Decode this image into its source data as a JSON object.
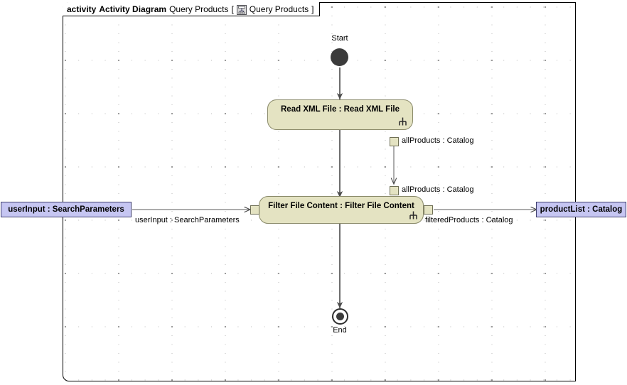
{
  "frame": {
    "keyword": "activity",
    "type_name": "Activity Diagram",
    "diagram_name": "Query Products",
    "bracket_open": "[",
    "icon": "activity-diagram-icon",
    "context_name": "Query Products",
    "bracket_close": "]"
  },
  "nodes": {
    "initial": {
      "name": "initial-node",
      "caption": "Start"
    },
    "final": {
      "name": "activity-final-node",
      "caption": "End"
    },
    "read_xml": {
      "title": "Read XML File : Read XML File",
      "icon": "rake-icon",
      "fill": "#e4e3c2",
      "stroke": "#8a8a6a"
    },
    "filter": {
      "title": "Filter File Content : Filter File Content",
      "icon": "rake-icon",
      "fill": "#e4e3c2",
      "stroke": "#8a8a6a"
    }
  },
  "pins": {
    "read_xml_out": "allProducts : Catalog",
    "filter_in_top": "allProducts : Catalog",
    "filter_in_left": "",
    "filter_out_right": ""
  },
  "parameters": {
    "input": {
      "label": "userInput : SearchParameters",
      "fill": "#c6c6f2",
      "stroke": "#3f3f6e"
    },
    "output": {
      "label": "productList : Catalog",
      "fill": "#c6c6f2",
      "stroke": "#3f3f6e"
    }
  },
  "edge_labels": {
    "user_input_flow": "userInput : SearchParameters",
    "filtered_products_flow": "filteredProducts : Catalog",
    "all_products_flow": "allProducts : Catalog"
  },
  "colors": {
    "action_fill": "#e4e3c2",
    "param_fill": "#c6c6f2",
    "node_dark": "#3b3b3b",
    "edge": "#4a4a4a",
    "grid_dot": "#b9b9b9"
  }
}
